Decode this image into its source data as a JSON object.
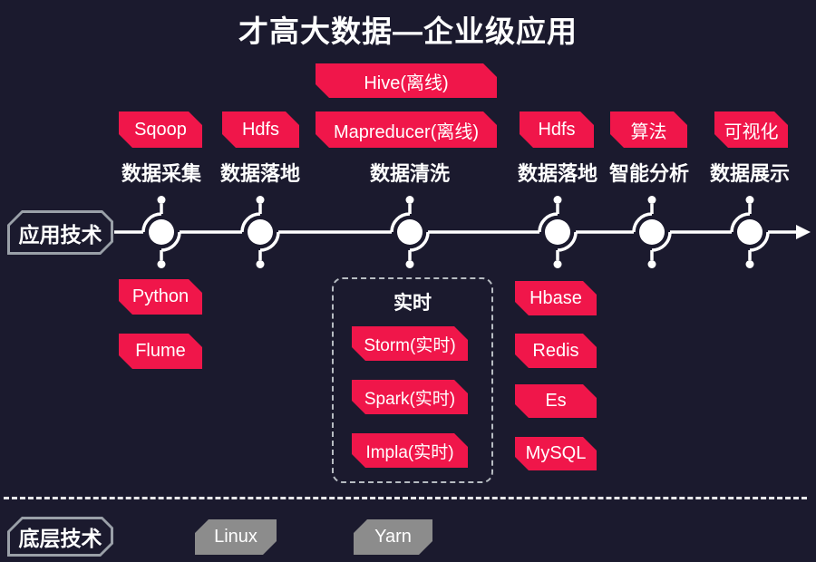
{
  "title": "才高大数据—企业级应用",
  "colors": {
    "background": "#1b1a2e",
    "badge_red": "#f0164a",
    "badge_gray": "#8c8c8c",
    "line_white": "#ffffff"
  },
  "pipeline": {
    "label": "应用技术",
    "hive_badge": "Hive(离线)",
    "badge_row": [
      "Sqoop",
      "Hdfs",
      "Mapreducer(离线)",
      "Hdfs",
      "算法",
      "可视化"
    ],
    "stage_labels": [
      "数据采集",
      "数据落地",
      "数据清洗",
      "数据落地",
      "智能分析",
      "数据展示"
    ]
  },
  "lower": {
    "collect_tools": [
      "Python",
      "Flume"
    ],
    "realtime_box": {
      "title": "实时",
      "items": [
        "Storm(实时)",
        "Spark(实时)",
        "Impla(实时)"
      ]
    },
    "storage_tools": [
      "Hbase",
      "Redis",
      "Es",
      "MySQL"
    ]
  },
  "base_layer": {
    "label": "底层技术",
    "items": [
      "Linux",
      "Yarn"
    ]
  }
}
